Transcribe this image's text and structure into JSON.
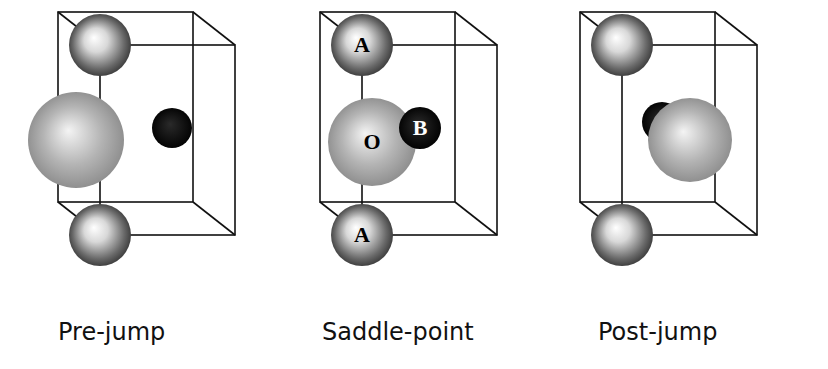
{
  "diagram": {
    "nodes": [
      {
        "text": [
          "A"
        ]
      },
      {
        "text": [
          "O"
        ]
      },
      {
        "text": [
          "B"
        ]
      },
      {
        "text": [
          "A"
        ]
      }
    ],
    "labels": [
      "Pre-jump",
      "Saddle-point",
      "Post-jump"
    ]
  }
}
